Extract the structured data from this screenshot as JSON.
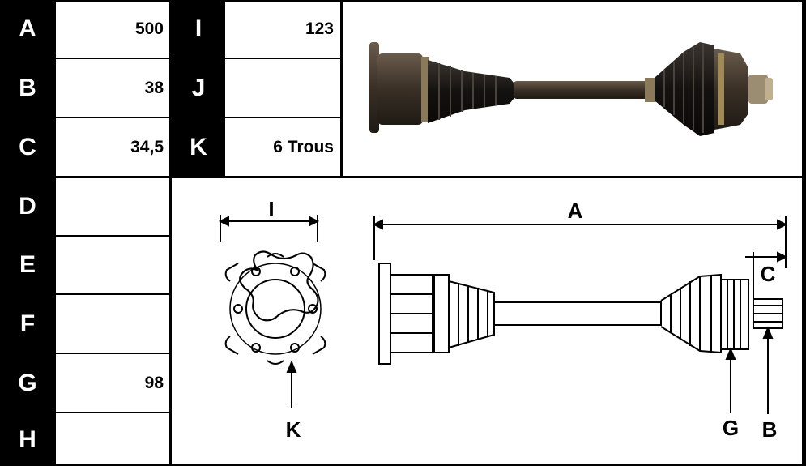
{
  "rows_left": [
    {
      "letter": "A",
      "value": "500"
    },
    {
      "letter": "B",
      "value": "38"
    },
    {
      "letter": "C",
      "value": "34,5"
    },
    {
      "letter": "D",
      "value": ""
    },
    {
      "letter": "E",
      "value": ""
    },
    {
      "letter": "F",
      "value": ""
    },
    {
      "letter": "G",
      "value": "98"
    },
    {
      "letter": "H",
      "value": ""
    }
  ],
  "rows_mid": [
    {
      "letter": "I",
      "value": "123"
    },
    {
      "letter": "J",
      "value": ""
    },
    {
      "letter": "K",
      "value": "6 Trous"
    }
  ],
  "diagram": {
    "label_I": "I",
    "label_K": "K",
    "label_A": "A",
    "label_C": "C",
    "label_G": "G",
    "label_B": "B"
  },
  "colors": {
    "grid": "#000000",
    "shaft_photo": "#3a3026",
    "drawing": "#000000"
  }
}
